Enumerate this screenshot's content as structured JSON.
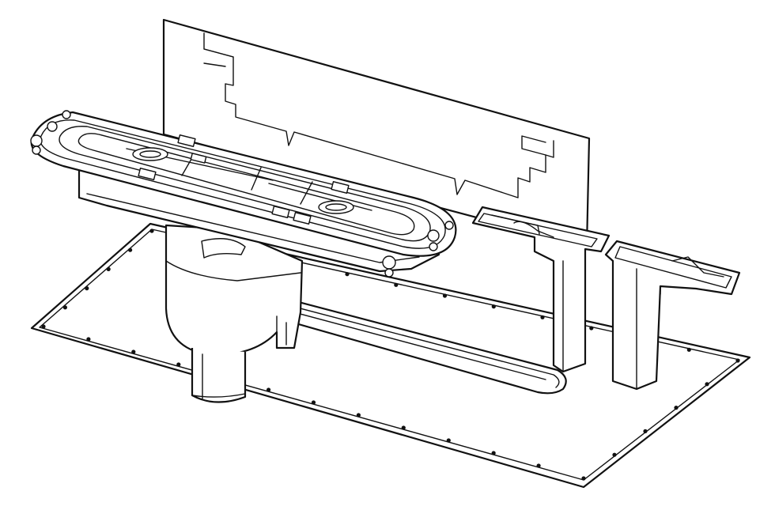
{
  "drawing": {
    "style": "black line-art technical illustration",
    "colors": {
      "line": "#111111",
      "background": "#ffffff"
    },
    "parts": [
      "base-plate",
      "back-panel",
      "drain-body",
      "outlet-pipe",
      "linear-channel",
      "channel-grate-frame",
      "left-riser-bracket",
      "right-riser-bracket"
    ]
  }
}
